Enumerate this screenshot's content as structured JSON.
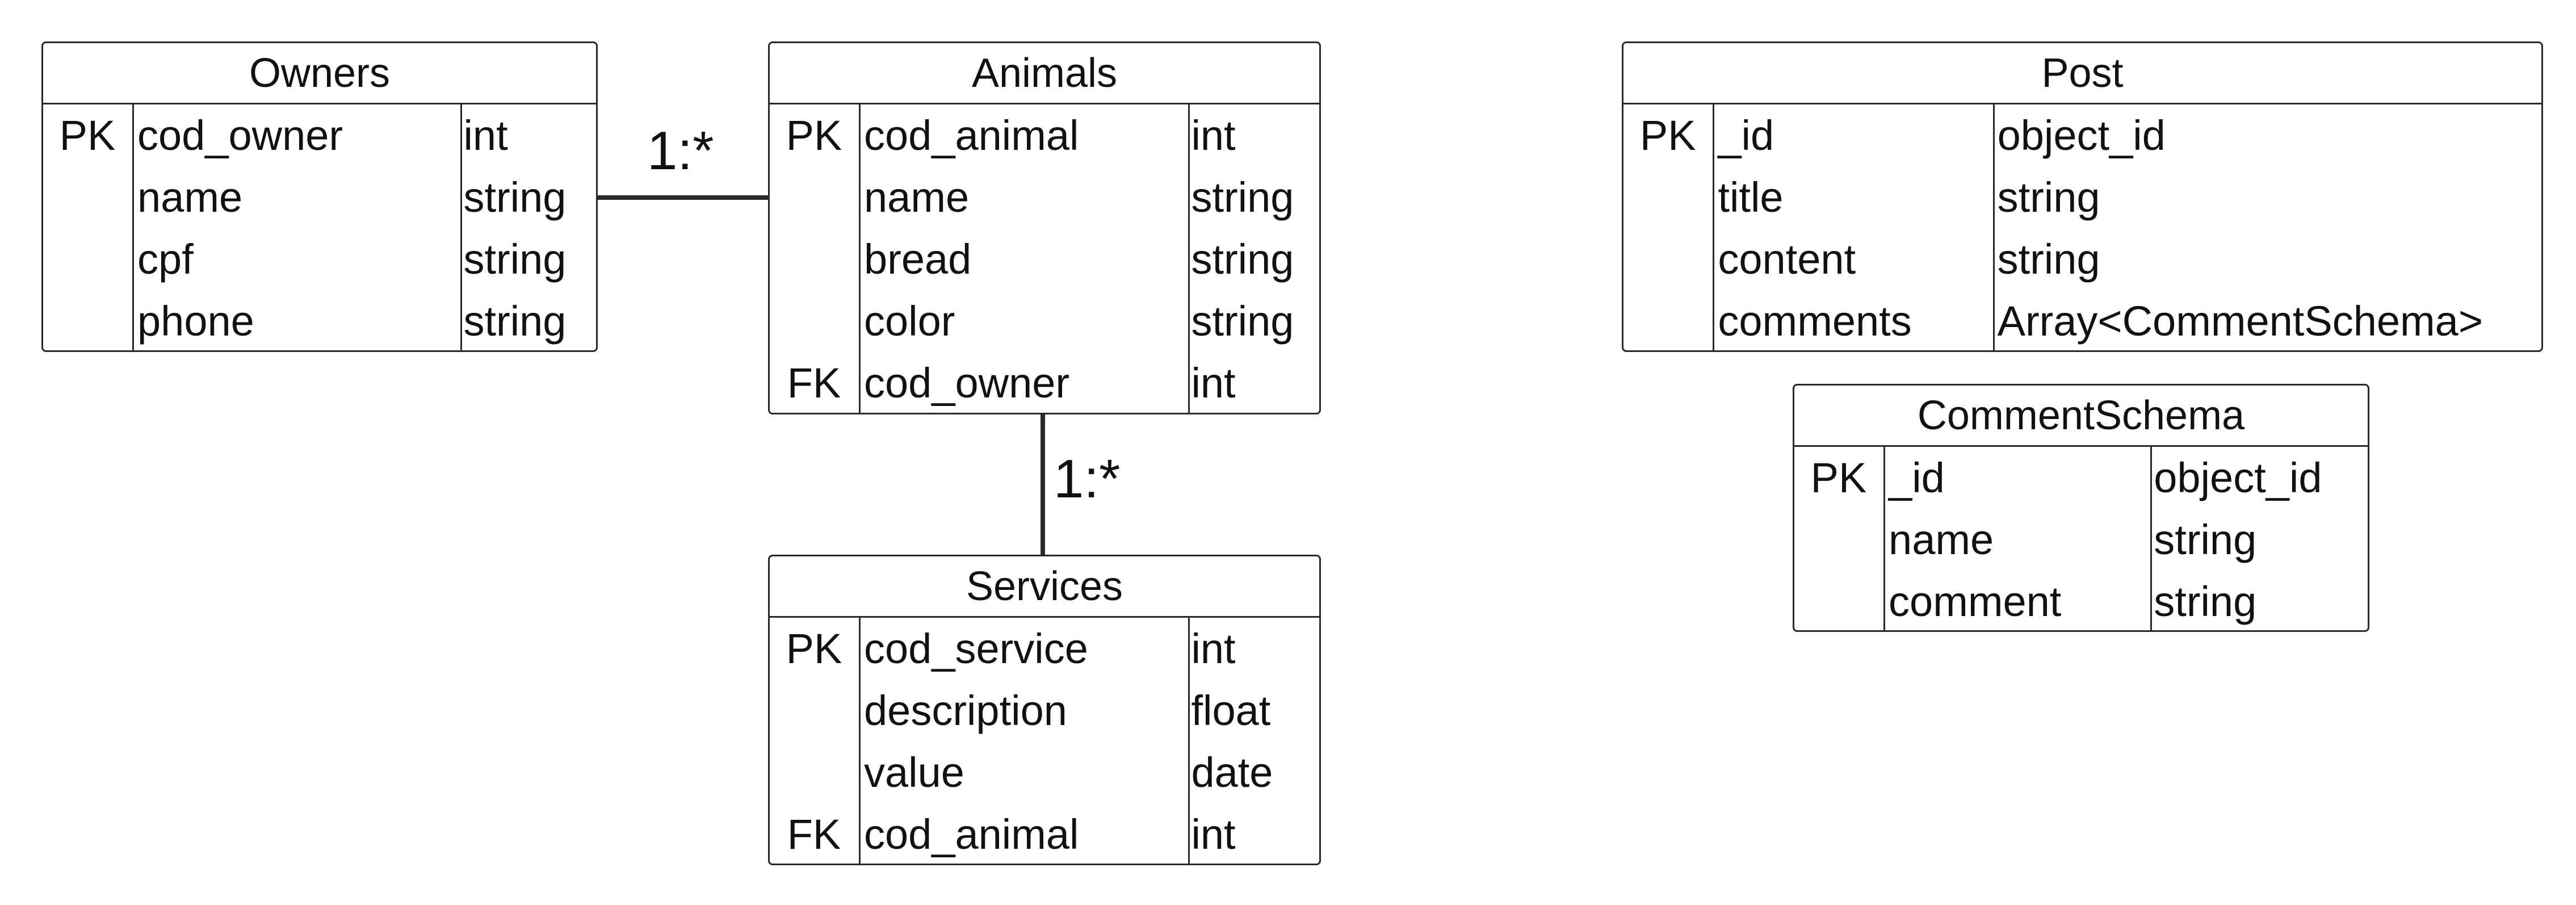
{
  "entities": {
    "owners": {
      "title": "Owners",
      "rows": [
        {
          "key": "PK",
          "name": "cod_owner",
          "type": "int"
        },
        {
          "key": "",
          "name": "name",
          "type": "string"
        },
        {
          "key": "",
          "name": "cpf",
          "type": "string"
        },
        {
          "key": "",
          "name": "phone",
          "type": "string"
        }
      ]
    },
    "animals": {
      "title": "Animals",
      "rows": [
        {
          "key": "PK",
          "name": "cod_animal",
          "type": "int"
        },
        {
          "key": "",
          "name": "name",
          "type": "string"
        },
        {
          "key": "",
          "name": "bread",
          "type": "string"
        },
        {
          "key": "",
          "name": "color",
          "type": "string"
        },
        {
          "key": "FK",
          "name": "cod_owner",
          "type": "int"
        }
      ]
    },
    "services": {
      "title": "Services",
      "rows": [
        {
          "key": "PK",
          "name": "cod_service",
          "type": "int"
        },
        {
          "key": "",
          "name": "description",
          "type": "float"
        },
        {
          "key": "",
          "name": "value",
          "type": "date"
        },
        {
          "key": "FK",
          "name": "cod_animal",
          "type": "int"
        }
      ]
    },
    "post": {
      "title": "Post",
      "rows": [
        {
          "key": "PK",
          "name": "_id",
          "type": "object_id"
        },
        {
          "key": "",
          "name": "title",
          "type": "string"
        },
        {
          "key": "",
          "name": "content",
          "type": "string"
        },
        {
          "key": "",
          "name": "comments",
          "type": "Array<CommentSchema>"
        }
      ]
    },
    "commentschema": {
      "title": "CommentSchema",
      "rows": [
        {
          "key": "PK",
          "name": "_id",
          "type": "object_id"
        },
        {
          "key": "",
          "name": "name",
          "type": "string"
        },
        {
          "key": "",
          "name": "comment",
          "type": "string"
        }
      ]
    }
  },
  "relationships": {
    "owners_animals": {
      "label": "1:*"
    },
    "animals_services": {
      "label": "1:*"
    }
  }
}
